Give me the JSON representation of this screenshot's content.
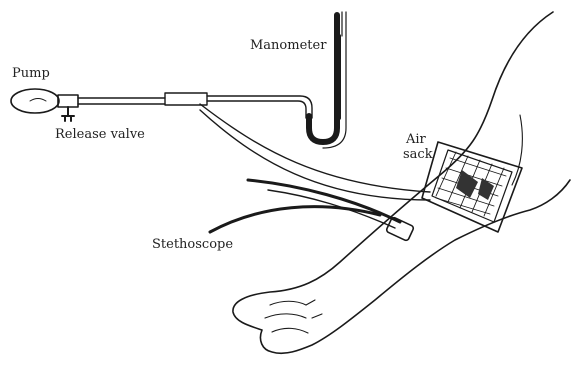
{
  "labels": {
    "pump": "Pump",
    "release_valve": "Release valve",
    "manometer": "Manometer",
    "air_sack_line1": "Air",
    "air_sack_line2": "sack",
    "stethoscope": "Stethoscope"
  }
}
